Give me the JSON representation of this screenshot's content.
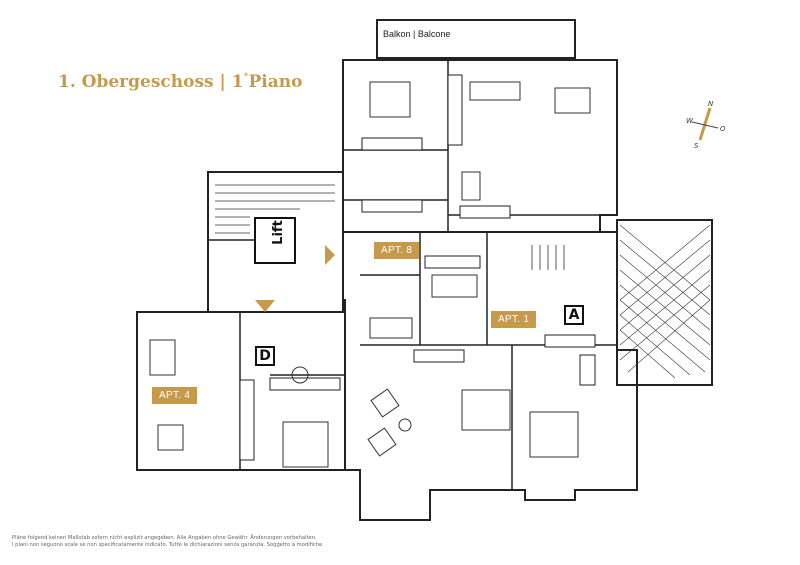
{
  "title": {
    "main": "1. Obergeschoss | 1",
    "sup": "°",
    "suffix": "Piano"
  },
  "balcony_label": "Balkon | Balcone",
  "lift_label": "Lift",
  "apartments": {
    "apt8": "APT. 8",
    "apt1": "APT. 1",
    "apt4": "APT. 4"
  },
  "stair_badges": {
    "a": "A",
    "d": "D"
  },
  "compass": {
    "n": "N",
    "w": "W",
    "o": "O",
    "s": "S"
  },
  "disclaimer": {
    "line1": "Pläne folgend keinen Maßstab sofern nicht explizit angegeben. Alle Angaben ohne Gewähr. Änderungen vorbehalten.",
    "line2": "I piani non seguono scale se non specificatamente indicato. Tutte le dichiarazioni senza garanzia. Soggetto a modifiche."
  },
  "colors": {
    "accent": "#c69a4a",
    "walls": "#222222"
  }
}
